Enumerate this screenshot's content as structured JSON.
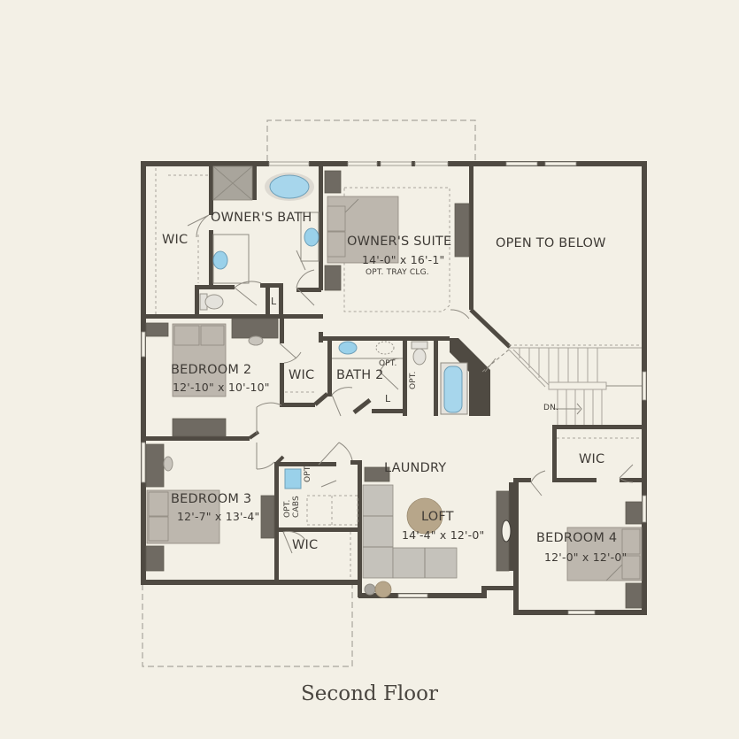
{
  "plan": {
    "title": "Second Floor",
    "colors": {
      "background": "#f3f0e6",
      "wall": "#4f4a42",
      "text": "#3f3b36",
      "fixture_blue": "#9ad1ea",
      "furniture": "#bdb7ae",
      "rug": "#b7a68a"
    },
    "rooms": [
      {
        "id": "owners-bath",
        "name": "OWNER'S BATH"
      },
      {
        "id": "wic-owner",
        "name": "WIC"
      },
      {
        "id": "owners-suite",
        "name": "OWNER'S SUITE",
        "dimensions": "14'-0\" x 16'-1\"",
        "note": "OPT. TRAY CLG."
      },
      {
        "id": "open-to-below",
        "name": "OPEN TO BELOW"
      },
      {
        "id": "bedroom-2",
        "name": "BEDROOM 2",
        "dimensions": "12'-10\" x 10'-10\""
      },
      {
        "id": "wic-bed2",
        "name": "WIC"
      },
      {
        "id": "bath-2",
        "name": "BATH 2"
      },
      {
        "id": "bedroom-3",
        "name": "BEDROOM 3",
        "dimensions": "12'-7\" x 13'-4\""
      },
      {
        "id": "wic-bed3",
        "name": "WIC"
      },
      {
        "id": "laundry",
        "name": "LAUNDRY"
      },
      {
        "id": "loft",
        "name": "LOFT",
        "dimensions": "14'-4\" x 12'-0\""
      },
      {
        "id": "wic-bed4",
        "name": "WIC"
      },
      {
        "id": "bedroom-4",
        "name": "BEDROOM 4",
        "dimensions": "12'-0\" x 12'-0\""
      }
    ],
    "annotations": {
      "linen_owner": "L",
      "linen_bath2": "L",
      "opt_bath2_sink": "OPT.",
      "opt_bath2_wall": "OPT.",
      "opt_laundry_sink": "OPT.",
      "opt_cabs": "OPT. CABS",
      "stair_down": "DN."
    }
  }
}
